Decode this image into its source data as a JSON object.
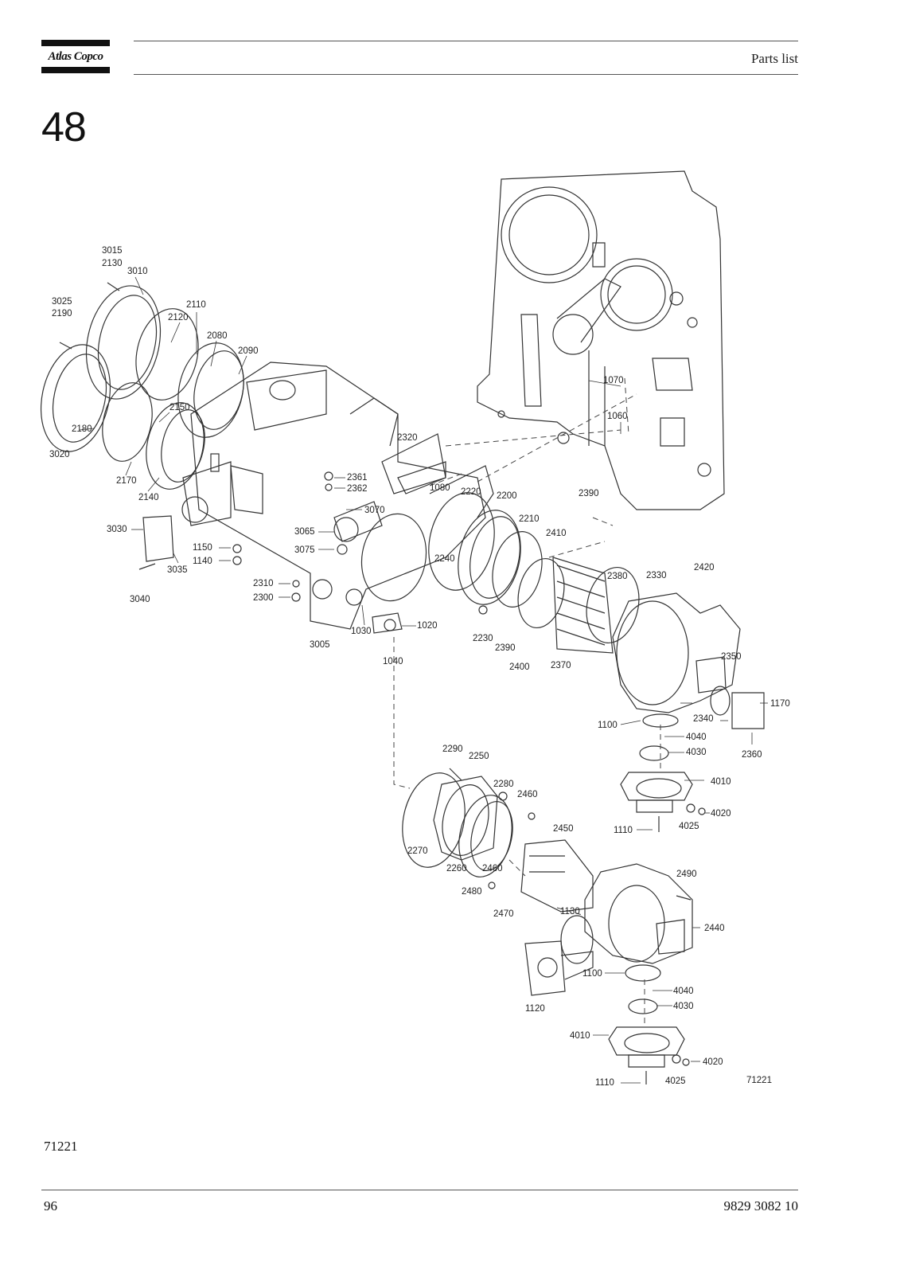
{
  "header": {
    "logo_text": "Atlas Copco",
    "section_label": "Parts list"
  },
  "figure_number": "48",
  "drawing": {
    "figure_id": "71221",
    "callouts": {
      "c3015": "3015",
      "c2130": "2130",
      "c3010": "3010",
      "c3025": "3025",
      "c2190": "2190",
      "c2110": "2110",
      "c2120": "2120",
      "c2080": "2080",
      "c2090": "2090",
      "c2150": "2150",
      "c2180": "2180",
      "c3020": "3020",
      "c2170": "2170",
      "c2140": "2140",
      "c3030": "3030",
      "c3035": "3035",
      "c3040": "3040",
      "c1150": "1150",
      "c1140": "1140",
      "c2310": "2310",
      "c2300": "2300",
      "c3005": "3005",
      "c1030": "1030",
      "c1040": "1040",
      "c1020": "1020",
      "c3065": "3065",
      "c3075": "3075",
      "c3070": "3070",
      "c2361": "2361",
      "c2362": "2362",
      "c2320": "2320",
      "c1080": "1080",
      "c2220": "2220",
      "c2200": "2200",
      "c2210": "2210",
      "c2240": "2240",
      "c2230": "2230",
      "c2390a": "2390",
      "c2390b": "2390",
      "c2400": "2400",
      "c2410": "2410",
      "c2370": "2370",
      "c2380": "2380",
      "c2330": "2330",
      "c2420": "2420",
      "c2350": "2350",
      "c2340": "2340",
      "c1170": "1170",
      "c2360": "2360",
      "c1100a": "1100",
      "c1070": "1070",
      "c1060": "1060",
      "c4040a": "4040",
      "c4030a": "4030",
      "c4010a": "4010",
      "c4020a": "4020",
      "c4025a": "4025",
      "c1110a": "1110",
      "c2290": "2290",
      "c2250": "2250",
      "c2280": "2280",
      "c2460a": "2460",
      "c2270": "2270",
      "c2260": "2260",
      "c2460b": "2460",
      "c2480": "2480",
      "c2470": "2470",
      "c2450": "2450",
      "c1130": "1130",
      "c2490": "2490",
      "c2440": "2440",
      "c1100b": "1100",
      "c1120": "1120",
      "c4040b": "4040",
      "c4030b": "4030",
      "c4010b": "4010",
      "c4020b": "4020",
      "c4025b": "4025",
      "c1110b": "1110"
    }
  },
  "footer": {
    "figure_ref": "71221",
    "page_number": "96",
    "document_number": "9829 3082 10"
  }
}
